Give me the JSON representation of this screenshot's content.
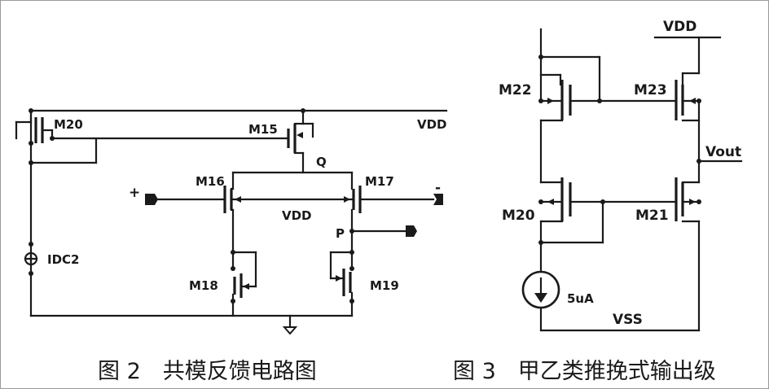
{
  "figure2": {
    "caption": "图 2　共模反馈电路图",
    "labels": {
      "m20": "M20",
      "m15": "M15",
      "vdd_top": "VDD",
      "q": "Q",
      "m16": "M16",
      "m17": "M17",
      "plus": "+",
      "minus": "-",
      "vdd_mid": "VDD",
      "p": "P",
      "idc2": "IDC2",
      "m18": "M18",
      "m19": "M19"
    }
  },
  "figure3": {
    "caption": "图 3　甲乙类推挽式输出级",
    "labels": {
      "vdd": "VDD",
      "m22": "M22",
      "m23": "M23",
      "vout": "Vout",
      "m20": "M20",
      "m21": "M21",
      "current": "5uA",
      "vss": "VSS"
    }
  }
}
